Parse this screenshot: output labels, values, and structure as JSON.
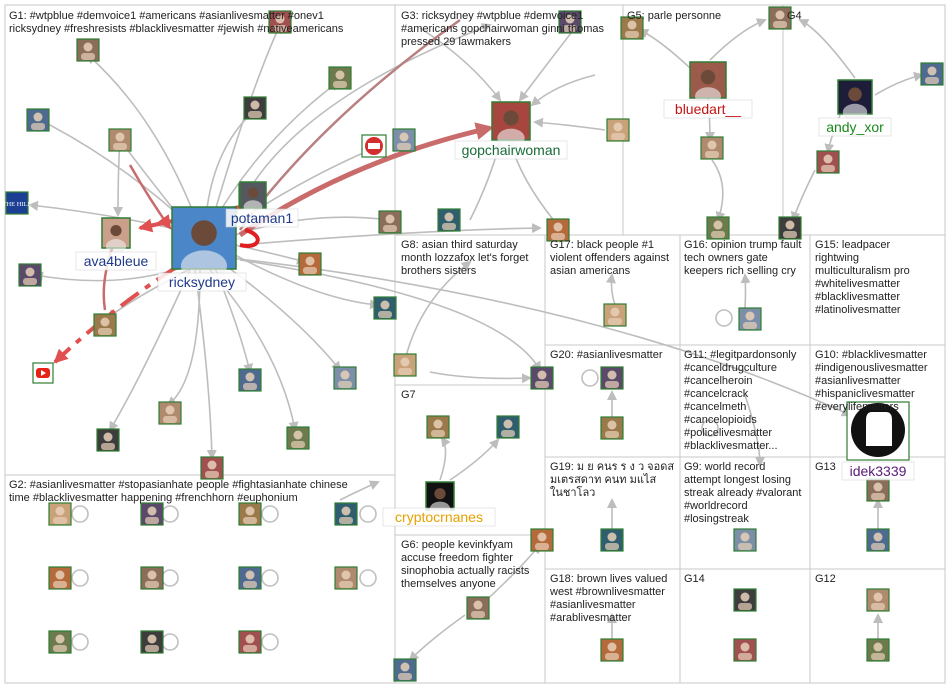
{
  "colors": {
    "border": "#c8c8c8",
    "edge": "#bdbdbd",
    "edge_strong": "#c96b6b",
    "label_blue": "#1f3a8a",
    "label_green": "#1a8a1a",
    "label_red": "#c41414",
    "label_purple": "#5a1a7a",
    "label_orange": "#e6a100",
    "label_darkgreen": "#1a6b3a"
  },
  "groups": [
    {
      "id": "G1",
      "lines": [
        "G1: #wtpblue #demvoice1 #americans #asianlivesmatter #onev1",
        "ricksydney #freshresists #blacklivesmatter #jewish #nativeamericans"
      ]
    },
    {
      "id": "G2",
      "lines": [
        "G2: #asianlivesmatter #stopasianhate people #fightasianhate chinese",
        "time #blacklivesmatter happening #frenchhorn #euphonium"
      ]
    },
    {
      "id": "G3",
      "lines": [
        "G3: ricksydney #wtpblue #demvoice1",
        "#americans gopchairwoman ginni thomas",
        "pressed 29 lawmakers"
      ]
    },
    {
      "id": "G4",
      "lines": [
        "G4"
      ]
    },
    {
      "id": "G5",
      "lines": [
        "G5: parle personne"
      ]
    },
    {
      "id": "G6",
      "lines": [
        "G6: people kevinkfyam",
        "accuse freedom fighter",
        "sinophobia actually racists",
        "themselves anyone"
      ]
    },
    {
      "id": "G7",
      "lines": [
        "G7"
      ]
    },
    {
      "id": "G8",
      "lines": [
        "G8: asian third saturday",
        "month lozzafox let's forget",
        "brothers sisters"
      ]
    },
    {
      "id": "G9",
      "lines": [
        "G9: world record",
        "attempt longest losing",
        "streak already #valorant",
        "#worldrecord",
        "#losingstreak"
      ]
    },
    {
      "id": "G10",
      "lines": [
        "G10: #blacklivesmatter",
        "#indigenouslivesmatter",
        "#asianlivesmatter",
        "#hispaniclivesmatter",
        "#everylifematters"
      ]
    },
    {
      "id": "G11",
      "lines": [
        "G11: #legitpardonsonly",
        "#canceldrugculture",
        "#cancelheroin",
        "#cancelcrack",
        "#cancelmeth",
        "#cancelopioids",
        "#policelivesmatter",
        "#blacklivesmatter..."
      ]
    },
    {
      "id": "G12",
      "lines": [
        "G12"
      ]
    },
    {
      "id": "G13",
      "lines": [
        "G13"
      ]
    },
    {
      "id": "G14",
      "lines": [
        "G14"
      ]
    },
    {
      "id": "G15",
      "lines": [
        "G15: leadpacer",
        "rightwing",
        "multiculturalism pro",
        "#whitelivesmatter",
        "#blacklivesmatter",
        "#latinolivesmatter"
      ]
    },
    {
      "id": "G16",
      "lines": [
        "G16: opinion trump fault",
        "tech owners gate",
        "keepers rich selling cry"
      ]
    },
    {
      "id": "G17",
      "lines": [
        "G17: black people #1",
        "violent offenders against",
        "asian americans"
      ]
    },
    {
      "id": "G18",
      "lines": [
        "G18: brown lives valued",
        "west #brownlivesmatter",
        "#asianlivesmatter",
        "#arablivesmatter"
      ]
    },
    {
      "id": "G19",
      "lines": [
        "G19: ม ย คนร ร ง ว จอดส",
        "มเตรสดาท คนท มแไส",
        "ในชาโลว"
      ]
    },
    {
      "id": "G20",
      "lines": [
        "G20: #asianlivesmatter"
      ]
    }
  ],
  "named_nodes": [
    {
      "id": "ricksydney",
      "label": "ricksydney",
      "color": "#1f3a8a"
    },
    {
      "id": "potaman1",
      "label": "potaman1",
      "color": "#1f3a8a"
    },
    {
      "id": "ava4bleue",
      "label": "ava4bleue",
      "color": "#1f3a8a"
    },
    {
      "id": "gopchairwoman",
      "label": "gopchairwoman",
      "color": "#1a6b3a"
    },
    {
      "id": "bluedart",
      "label": "bluedart__",
      "color": "#c41414"
    },
    {
      "id": "andy_xor",
      "label": "andy_xor",
      "color": "#1a8a1a"
    },
    {
      "id": "cryptocrnanes",
      "label": "cryptocrnanes",
      "color": "#e6a100"
    },
    {
      "id": "idek3339",
      "label": "idek3339",
      "color": "#5a1a7a"
    }
  ],
  "icons": {
    "youtube": "youtube-icon",
    "thehill": "the-hill-icon",
    "gop": "gop-logo-icon",
    "fist": "fist-icon"
  },
  "logo_text": {
    "thehill": "THE HILL"
  }
}
